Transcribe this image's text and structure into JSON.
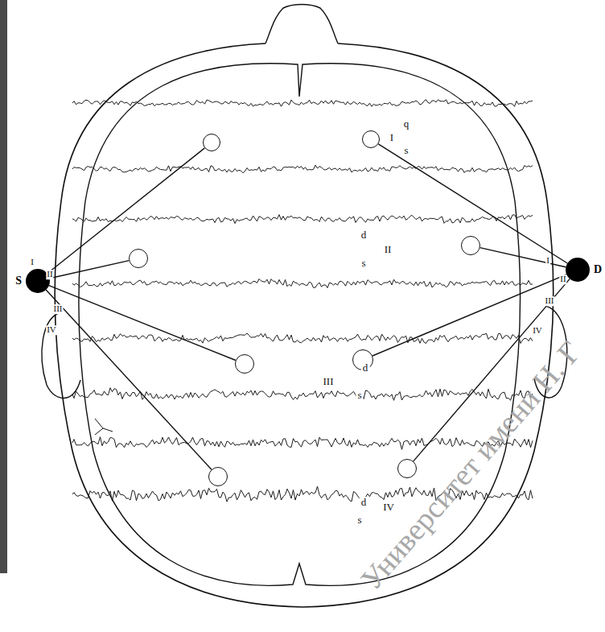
{
  "diagram": {
    "nodes": [
      {
        "text": [
          "S"
        ]
      },
      {
        "text": [
          "D"
        ]
      },
      {
        "text": []
      },
      {
        "text": []
      },
      {
        "text": []
      },
      {
        "text": []
      },
      {
        "text": []
      },
      {
        "text": []
      },
      {
        "text": []
      },
      {
        "text": []
      }
    ],
    "edges": [
      {
        "from": 0,
        "to": 2,
        "label": "I",
        "arrow": "none"
      },
      {
        "from": 0,
        "to": 4,
        "label": "II",
        "arrow": "none"
      },
      {
        "from": 0,
        "to": 6,
        "label": "III",
        "arrow": "none"
      },
      {
        "from": 0,
        "to": 8,
        "label": "IV",
        "arrow": "none"
      },
      {
        "from": 1,
        "to": 3,
        "label": "I",
        "arrow": "none"
      },
      {
        "from": 1,
        "to": 5,
        "label": "II",
        "arrow": "none"
      },
      {
        "from": 1,
        "to": 7,
        "label": "III",
        "arrow": "none"
      },
      {
        "from": 1,
        "to": 9,
        "label": "IV",
        "arrow": "none"
      }
    ],
    "labels": [
      "q",
      "I",
      "s",
      "d",
      "II",
      "s",
      "d",
      "III",
      "s",
      "d",
      "IV",
      "s",
      "Университет имени Н. Г"
    ]
  }
}
